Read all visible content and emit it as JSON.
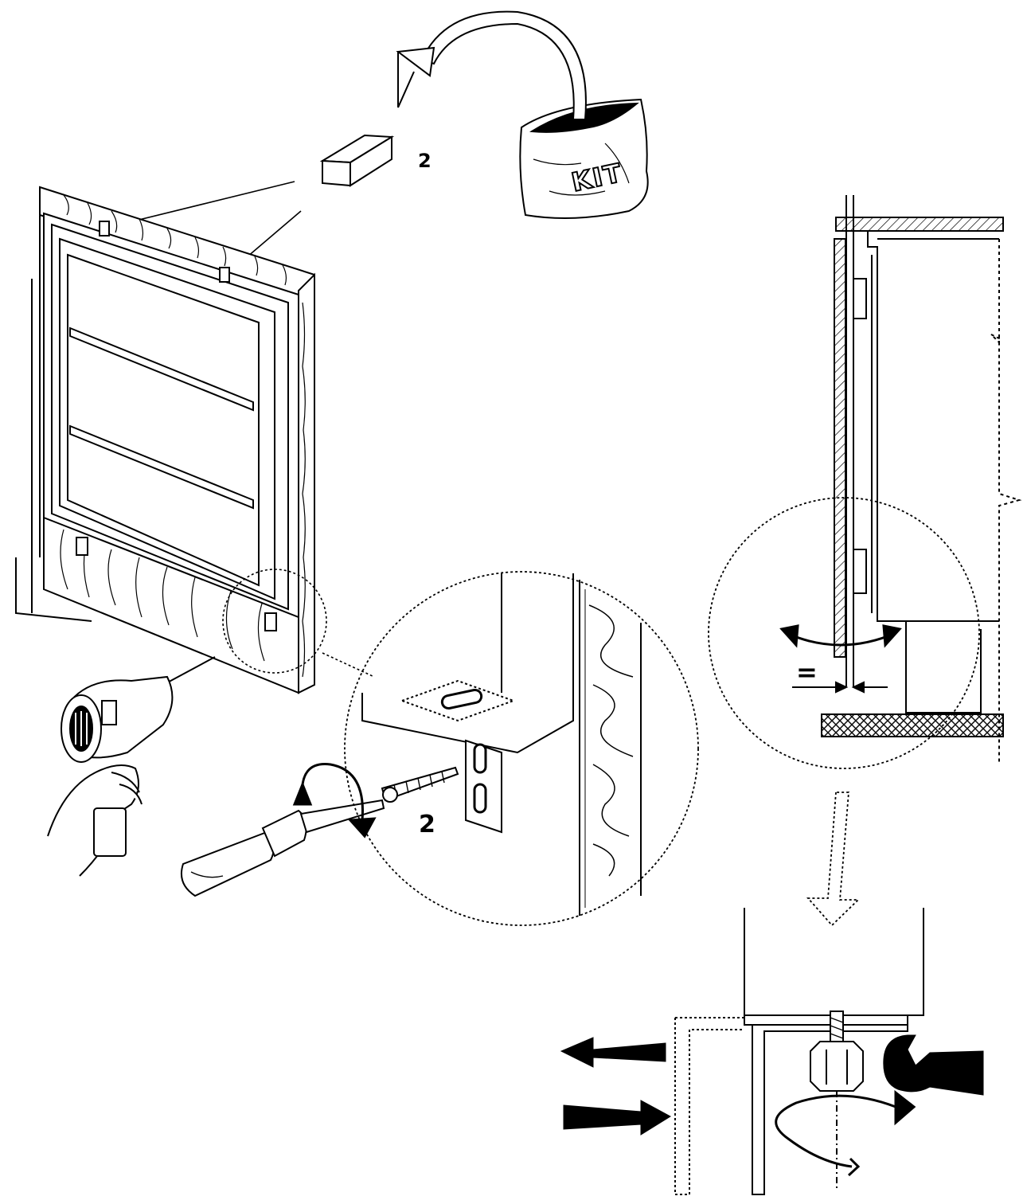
{
  "diagram": {
    "kit_bag_label": "KIT",
    "spacer_count_label": "2",
    "screw_count_label": "2",
    "gap_symbol": "="
  },
  "colors": {
    "ink": "#000000",
    "paper": "#ffffff"
  }
}
